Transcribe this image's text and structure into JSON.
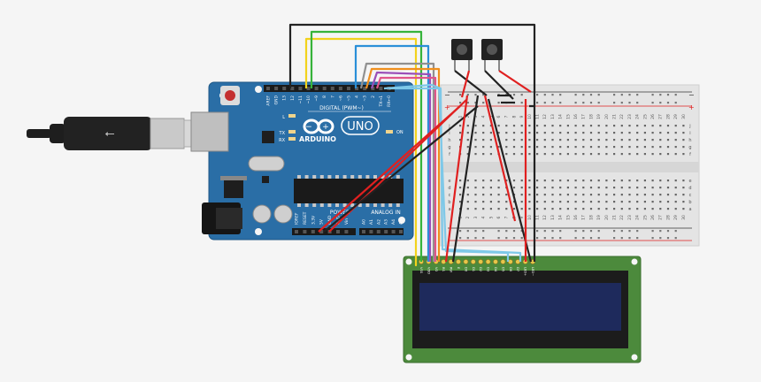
{
  "canvas": {
    "background": "#f5f5f5"
  },
  "arduino": {
    "brand": "ARDUINO",
    "model": "UNO",
    "digital_label": "DIGITAL (PWM~)",
    "analog_label": "ANALOG IN",
    "power_label": "POWER",
    "on_label": "ON",
    "led_labels": [
      "L",
      "TX",
      "RX"
    ],
    "digital_pins": [
      "AREF",
      "GND",
      "13",
      "12",
      "~11",
      "~10",
      "~9",
      "8",
      "7",
      "~6",
      "~5",
      "4",
      "~3",
      "2",
      "TX→1",
      "RX←0"
    ],
    "power_pins": [
      "IOREF",
      "RESET",
      "3.3V",
      "5V",
      "GND",
      "GND",
      "Vin"
    ],
    "analog_pins": [
      "A0",
      "A1",
      "A2",
      "A3",
      "A4",
      "A5"
    ],
    "board_color": "#2a6ea6"
  },
  "breadboard": {
    "row_letters_top": [
      "j",
      "i",
      "h",
      "g",
      "f"
    ],
    "row_letters_bottom": [
      "e",
      "d",
      "c",
      "b",
      "a"
    ],
    "columns": [
      "1",
      "2",
      "3",
      "4",
      "5",
      "6",
      "7",
      "8",
      "9",
      "10",
      "11",
      "12",
      "13",
      "14",
      "15",
      "16",
      "17",
      "18",
      "19",
      "20",
      "21",
      "22",
      "23",
      "24",
      "25",
      "26",
      "27",
      "28",
      "29",
      "30"
    ],
    "rail_plus": "+",
    "rail_minus": "−"
  },
  "buttons": [
    "button-1",
    "button-2"
  ],
  "lcd": {
    "pin_labels": [
      "VSS",
      "VDD",
      "VO",
      "RS",
      "RW",
      "E",
      "D0",
      "D1",
      "D2",
      "D3",
      "D4",
      "D5",
      "D6",
      "D7",
      "LED+",
      "LED−"
    ],
    "pcb_color": "#4c8a3c",
    "screen_color": "#1e2a5c"
  },
  "wire_colors": {
    "black": "#222222",
    "red": "#e02020",
    "yellow": "#f2d21c",
    "green": "#36b33a",
    "blue": "#2a8fd8",
    "gray": "#909090",
    "orange": "#ef8f1e",
    "purple": "#9b4fb8",
    "pink": "#e0558a",
    "lightblue": "#7ec8e8"
  }
}
